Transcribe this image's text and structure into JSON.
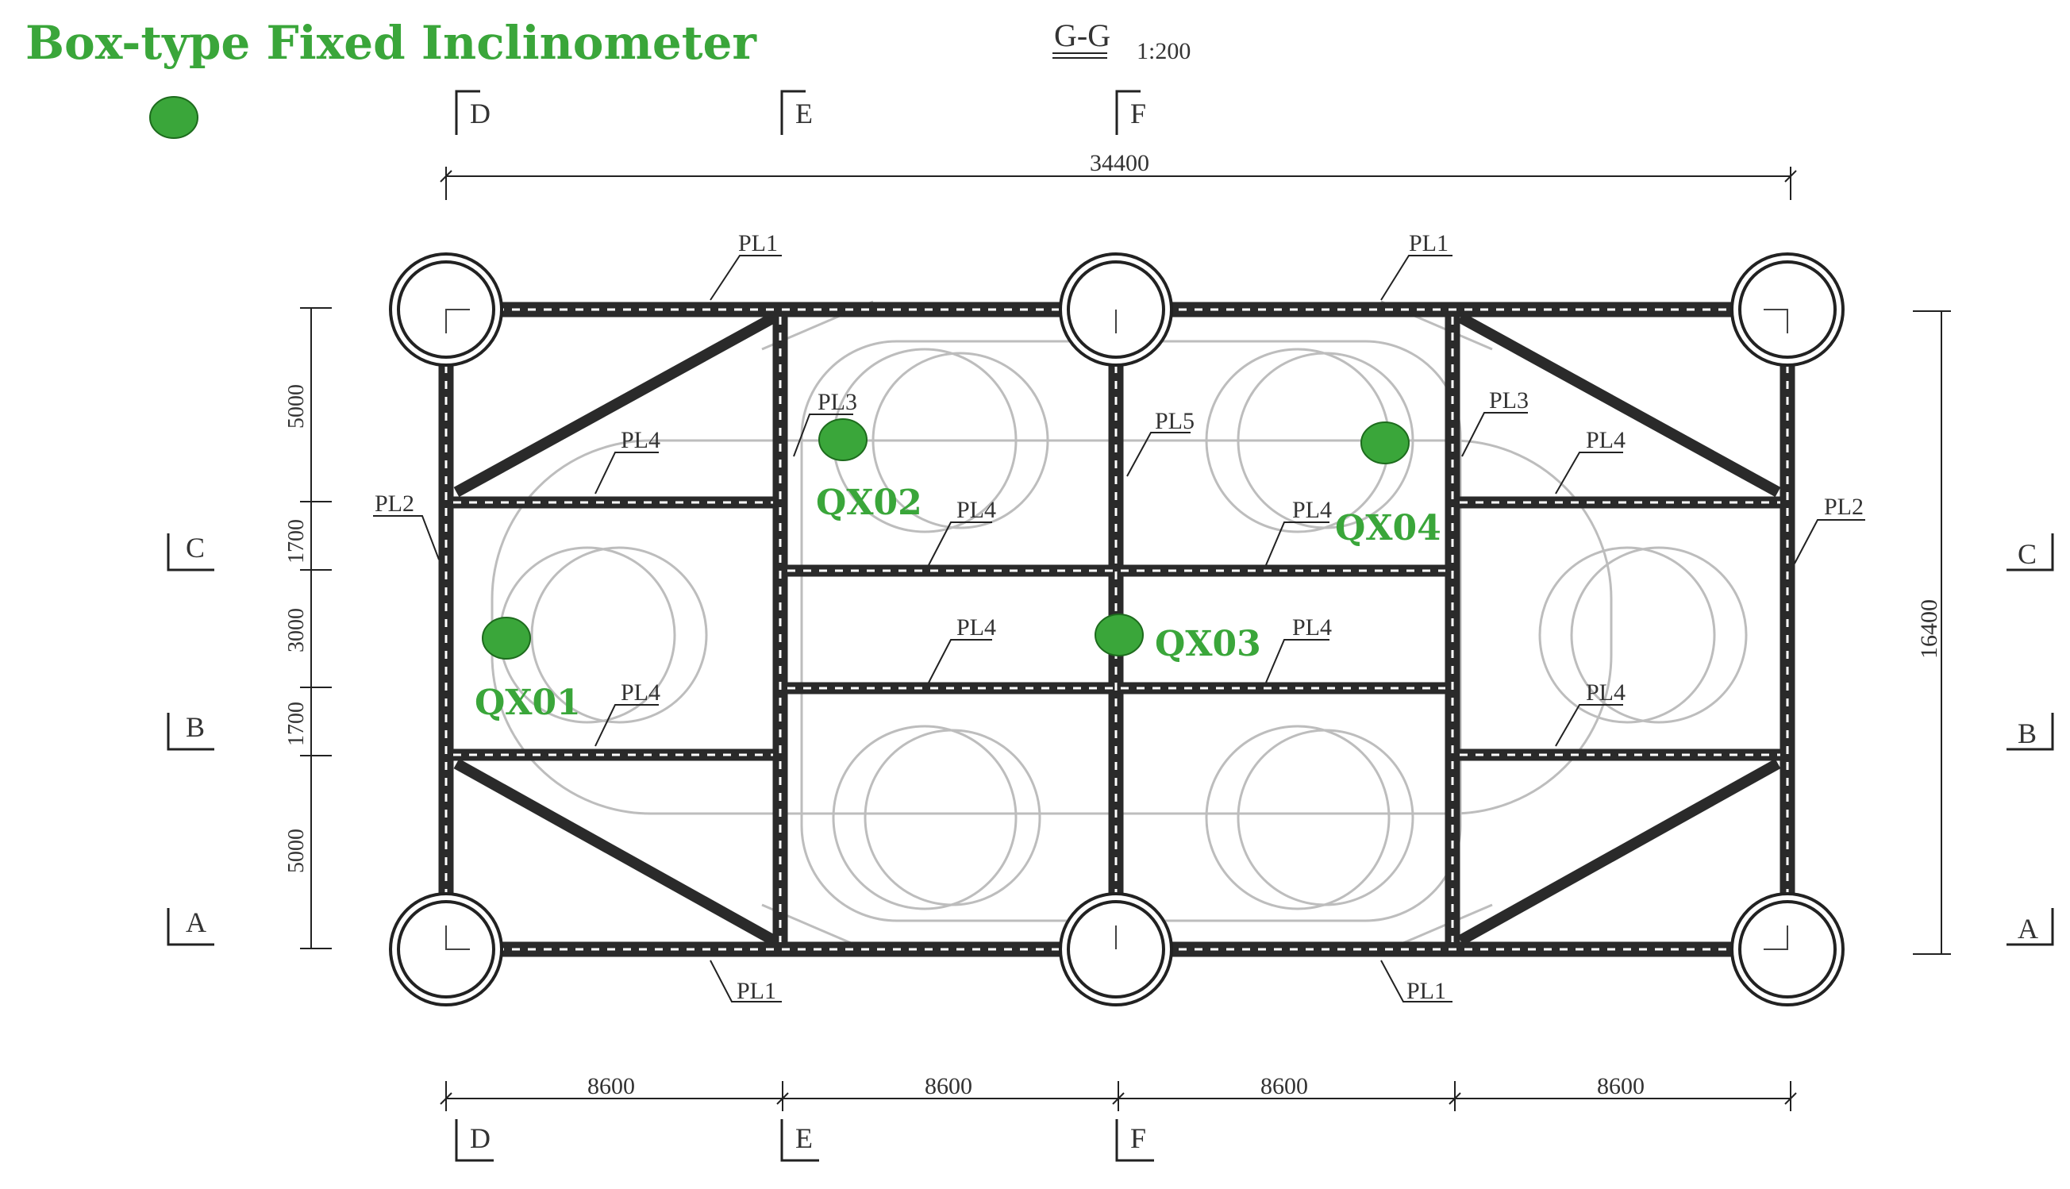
{
  "legend": {
    "title": "Box-type Fixed Inclinometer",
    "marker_color": "#3aa63a",
    "text_color": "#3aa63a"
  },
  "header": {
    "section_name": "G-G",
    "scale": "1:200"
  },
  "dimensions": {
    "overall_width": "34400",
    "overall_height": "16400",
    "bay_widths": [
      "8600",
      "8600",
      "8600",
      "8600"
    ],
    "left_spans": [
      "5000",
      "1700",
      "3000",
      "1700",
      "5000"
    ]
  },
  "section_markers": {
    "top": [
      "D",
      "E",
      "F"
    ],
    "bottom": [
      "D",
      "E",
      "F"
    ],
    "left": [
      "C",
      "B",
      "A"
    ],
    "right": [
      "C",
      "B",
      "A"
    ]
  },
  "plate_labels": {
    "pl1": "PL1",
    "pl2": "PL2",
    "pl3": "PL3",
    "pl4": "PL4",
    "pl5": "PL5"
  },
  "inclinometers": [
    {
      "id": "QX01"
    },
    {
      "id": "QX02"
    },
    {
      "id": "QX03"
    },
    {
      "id": "QX04"
    }
  ],
  "colors": {
    "steel": "#2a2a2a",
    "line": "#222222",
    "faint": "#bdbdbd",
    "marker": "#3aa63a",
    "marker_stroke": "#1d6b1d"
  }
}
